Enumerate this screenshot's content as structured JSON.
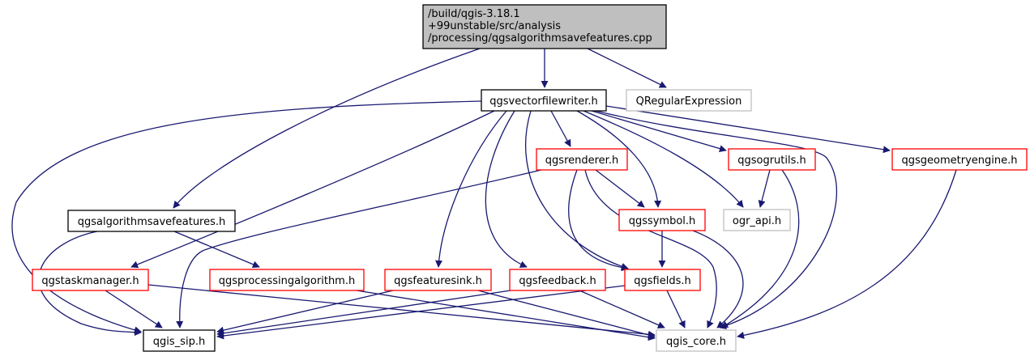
{
  "diagram": {
    "type": "include-dependency-graph",
    "colors": {
      "edge": "#191970",
      "root_fill": "#bfbfbf",
      "root_border": "#000000",
      "documented_border": "#000000",
      "undocumented_border": "#ff0000",
      "external_border": "#bfbfbf"
    },
    "nodes": [
      {
        "id": "root",
        "lines": [
          "/build/qgis-3.18.1",
          "+99unstable/src/analysis",
          "/processing/qgsalgorithmsavefeatures.cpp"
        ],
        "kind": "root"
      },
      {
        "id": "vfw",
        "lines": [
          "qgsvectorfilewriter.h"
        ],
        "kind": "documented"
      },
      {
        "id": "qre",
        "lines": [
          "QRegularExpression"
        ],
        "kind": "external"
      },
      {
        "id": "asf",
        "lines": [
          "qgsalgorithmsavefeatures.h"
        ],
        "kind": "documented"
      },
      {
        "id": "renderer",
        "lines": [
          "qgsrenderer.h"
        ],
        "kind": "truncated"
      },
      {
        "id": "ogrutils",
        "lines": [
          "qgsogrutils.h"
        ],
        "kind": "truncated"
      },
      {
        "id": "geomeng",
        "lines": [
          "qgsgeometryengine.h"
        ],
        "kind": "truncated"
      },
      {
        "id": "symbol",
        "lines": [
          "qgssymbol.h"
        ],
        "kind": "truncated"
      },
      {
        "id": "ograpi",
        "lines": [
          "ogr_api.h"
        ],
        "kind": "external"
      },
      {
        "id": "taskmgr",
        "lines": [
          "qgstaskmanager.h"
        ],
        "kind": "truncated"
      },
      {
        "id": "procalg",
        "lines": [
          "qgsprocessingalgorithm.h"
        ],
        "kind": "truncated"
      },
      {
        "id": "featsink",
        "lines": [
          "qgsfeaturesink.h"
        ],
        "kind": "truncated"
      },
      {
        "id": "feedback",
        "lines": [
          "qgsfeedback.h"
        ],
        "kind": "truncated"
      },
      {
        "id": "fields",
        "lines": [
          "qgsfields.h"
        ],
        "kind": "truncated"
      },
      {
        "id": "sip",
        "lines": [
          "qgis_sip.h"
        ],
        "kind": "documented"
      },
      {
        "id": "core",
        "lines": [
          "qgis_core.h"
        ],
        "kind": "external"
      }
    ],
    "edges": [
      [
        "root",
        "vfw"
      ],
      [
        "root",
        "qre"
      ],
      [
        "root",
        "asf"
      ],
      [
        "vfw",
        "sip"
      ],
      [
        "vfw",
        "taskmgr"
      ],
      [
        "vfw",
        "featsink"
      ],
      [
        "vfw",
        "feedback"
      ],
      [
        "vfw",
        "renderer"
      ],
      [
        "vfw",
        "fields"
      ],
      [
        "vfw",
        "symbol"
      ],
      [
        "vfw",
        "ograpi"
      ],
      [
        "vfw",
        "ogrutils"
      ],
      [
        "vfw",
        "core"
      ],
      [
        "vfw",
        "geomeng"
      ],
      [
        "asf",
        "sip"
      ],
      [
        "asf",
        "procalg"
      ],
      [
        "renderer",
        "sip"
      ],
      [
        "renderer",
        "symbol"
      ],
      [
        "renderer",
        "fields"
      ],
      [
        "renderer",
        "core"
      ],
      [
        "ogrutils",
        "ograpi"
      ],
      [
        "ogrutils",
        "core"
      ],
      [
        "geomeng",
        "core"
      ],
      [
        "symbol",
        "fields"
      ],
      [
        "symbol",
        "core"
      ],
      [
        "taskmgr",
        "sip"
      ],
      [
        "taskmgr",
        "core"
      ],
      [
        "procalg",
        "core"
      ],
      [
        "featsink",
        "sip"
      ],
      [
        "featsink",
        "core"
      ],
      [
        "feedback",
        "sip"
      ],
      [
        "feedback",
        "core"
      ],
      [
        "fields",
        "sip"
      ],
      [
        "fields",
        "core"
      ]
    ]
  }
}
